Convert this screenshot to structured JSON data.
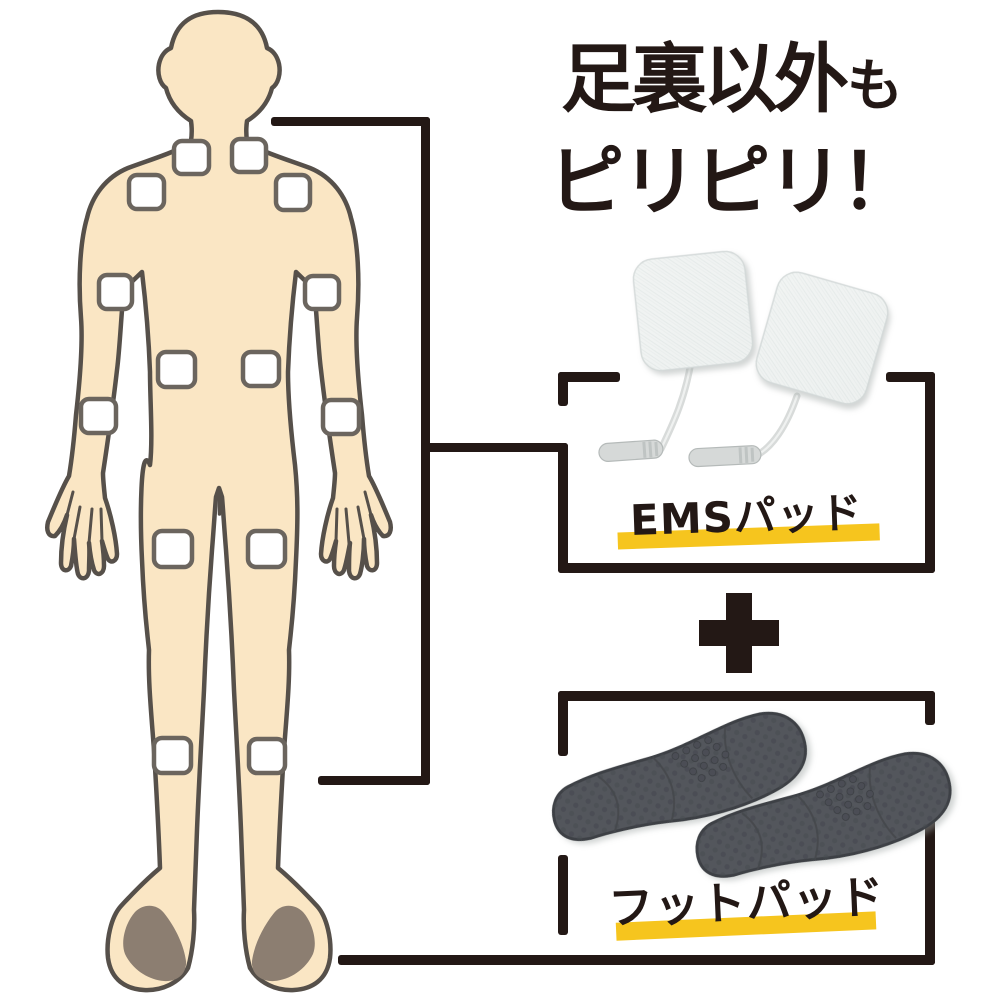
{
  "headline": {
    "line1_main": "足裏以外",
    "line1_suffix": "も",
    "line2": "ピリピリ！"
  },
  "ems_section": {
    "label": "EMSパッド"
  },
  "foot_section": {
    "label": "フットパッド"
  },
  "icons": {
    "plus": "plus-icon"
  },
  "figure": {
    "type": "human-body-front-silhouette",
    "electrode_pad_count": 14,
    "foot_sole_pad_count": 2
  },
  "colors": {
    "ink": "#231815",
    "accent": "#F6C51E",
    "skin": "#FAE6C4",
    "outline": "#56504A",
    "pad-stroke": "#6B655E",
    "sole": "#8C7E71",
    "insole": "#53565C",
    "insole-edge": "#3D4045"
  }
}
